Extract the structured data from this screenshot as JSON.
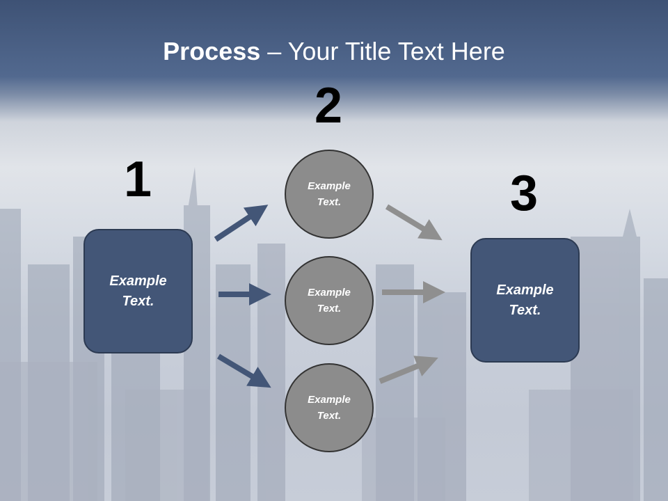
{
  "title": {
    "bold": "Process",
    "rest": " – Your Title Text Here"
  },
  "steps": [
    {
      "number": "1",
      "text": "Example Text."
    },
    {
      "number": "2",
      "circles": [
        "Example Text.",
        "Example Text.",
        "Example Text."
      ]
    },
    {
      "number": "3",
      "text": "Example Text."
    }
  ],
  "colors": {
    "box_fill": "#435677",
    "circle_fill": "#8c8c8c",
    "arrow_left": "#435677",
    "arrow_right": "#8f8f8f"
  }
}
